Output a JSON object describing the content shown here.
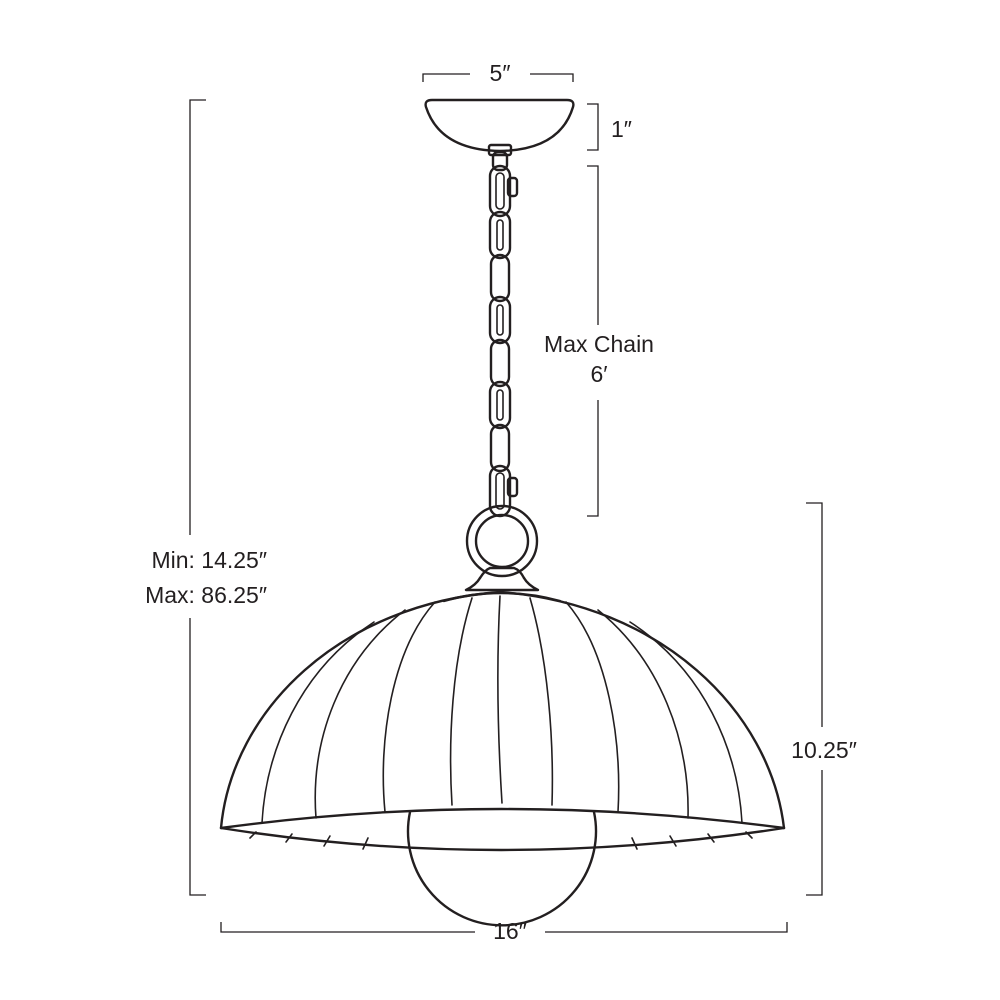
{
  "dimensions": {
    "canopy_width": "5″",
    "canopy_height": "1″",
    "chain_label_line1": "Max Chain",
    "chain_label_line2": "6′",
    "overall_min": "Min: 14.25″",
    "overall_max": "Max: 86.25″",
    "shade_height": "10.25″",
    "shade_width": "16″"
  }
}
